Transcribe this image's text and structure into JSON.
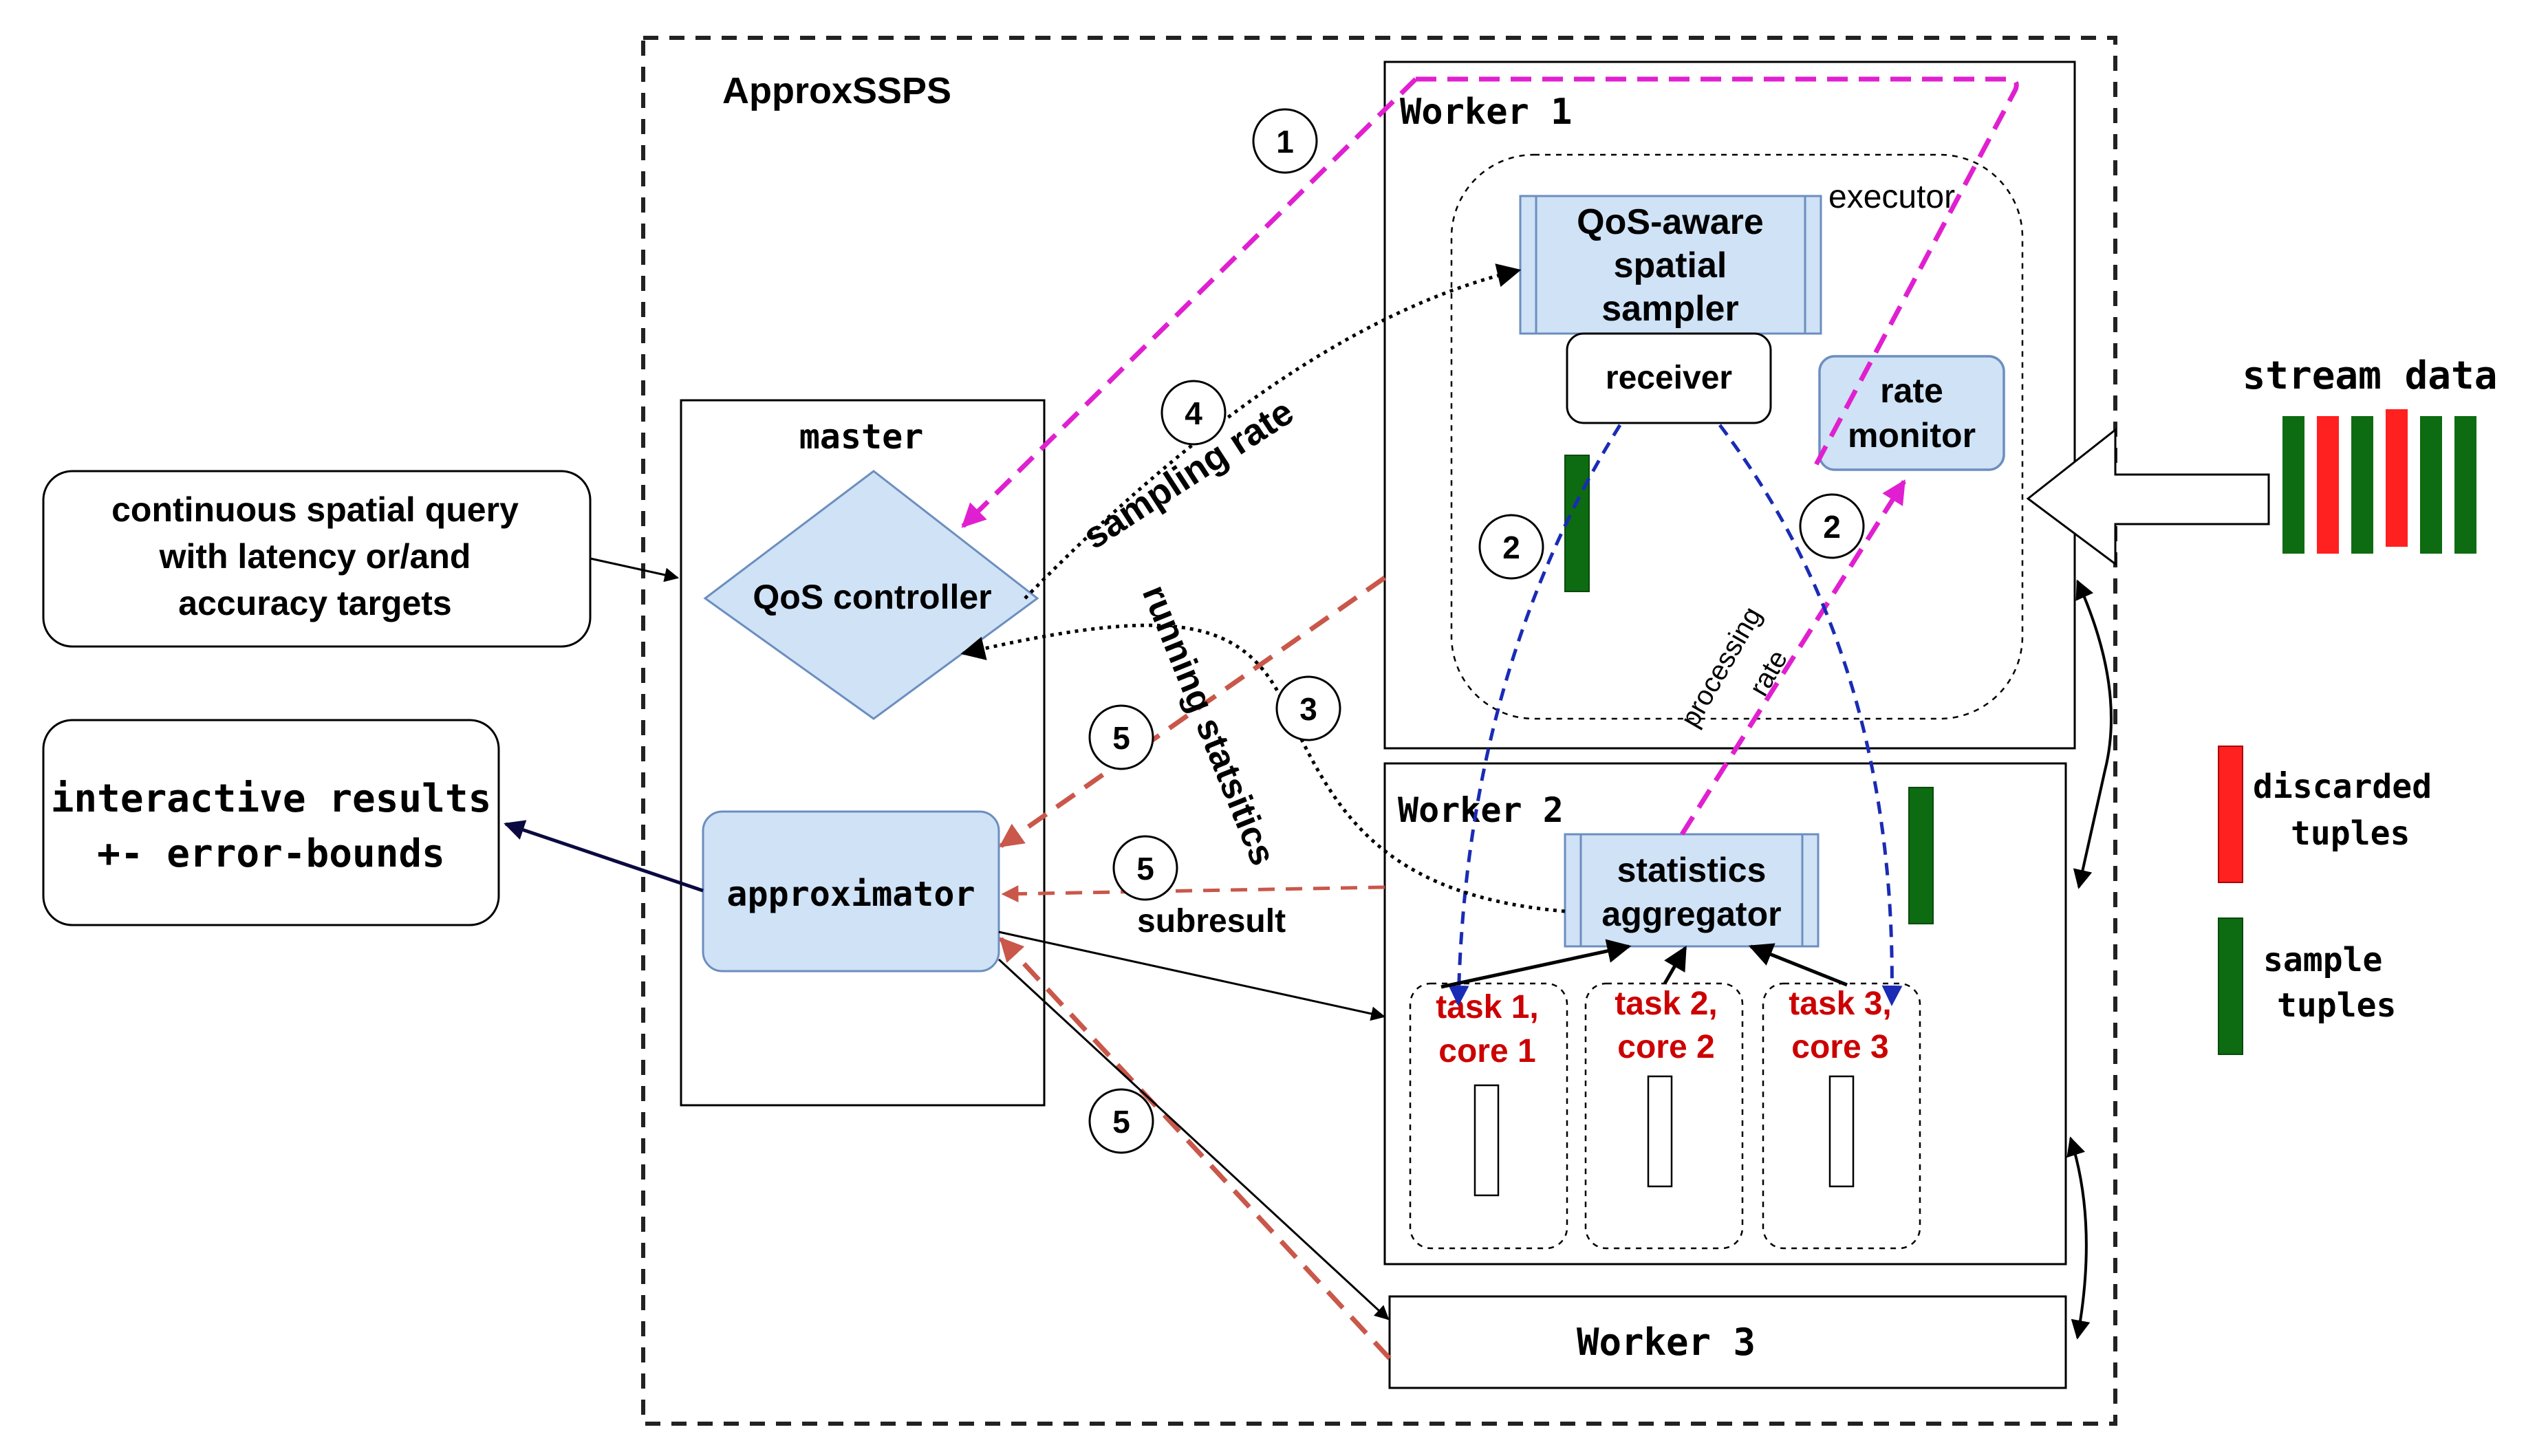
{
  "system": {
    "title": "ApproxSSPS"
  },
  "master": {
    "title": "master",
    "qos_controller": "QoS controller",
    "approximator": "approximator"
  },
  "query": {
    "line1": "continuous spatial query",
    "line2": "with latency or/and",
    "line3": "accuracy targets"
  },
  "results": {
    "line1": "interactive results",
    "line2": "+- error-bounds"
  },
  "worker1": {
    "title": "Worker 1",
    "executor": "executor",
    "sampler": {
      "line1": "QoS-aware",
      "line2": "spatial",
      "line3": "sampler"
    },
    "receiver": "receiver",
    "rate_monitor": {
      "line1": "rate",
      "line2": "monitor"
    }
  },
  "worker2": {
    "title": "Worker 2",
    "aggregator": {
      "line1": "statistics",
      "line2": "aggregator"
    },
    "tasks": [
      {
        "line1": "task 1,",
        "line2": "core 1"
      },
      {
        "line1": "task 2,",
        "line2": "core 2"
      },
      {
        "line1": "task 3,",
        "line2": "core 3"
      }
    ]
  },
  "worker3": {
    "title": "Worker 3"
  },
  "stream": {
    "title": "stream data"
  },
  "legend": {
    "discarded": {
      "line1": "discarded",
      "line2": "tuples",
      "color": "#ff2020"
    },
    "sample": {
      "line1": "sample",
      "line2": "tuples",
      "color": "#0d6b12"
    }
  },
  "edge_labels": {
    "sampling_rate": "sampling rate",
    "running_statistics": "running statsitics",
    "processing_rate": "processing rate",
    "processing_rate_l1": "processing",
    "processing_rate_l2": "rate",
    "subresult": "subresult"
  },
  "steps": {
    "s1": "1",
    "s2": "2",
    "s3": "3",
    "s4": "4",
    "s5": "5"
  },
  "colors": {
    "magenta": "#e020d0",
    "blue_dashed": "#1a2bb5",
    "red_dashed": "#c9574a",
    "light_blue": "#cfe2f6",
    "light_blue_stroke": "#6c8ebf",
    "green": "#0d6b12",
    "red": "#ff2020",
    "task_red": "#cc0000"
  }
}
